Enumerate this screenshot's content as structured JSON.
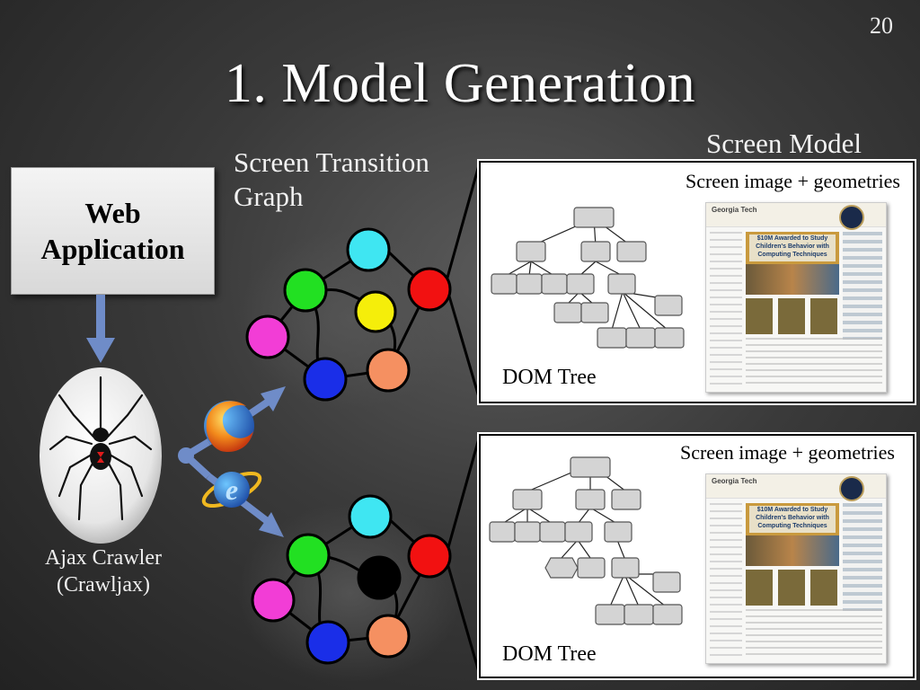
{
  "slide": {
    "number": "20",
    "title": "1. Model Generation"
  },
  "web_app": {
    "line1": "Web",
    "line2": "Application"
  },
  "crawler": {
    "line1": "Ajax Crawler",
    "line2": "(Crawljax)"
  },
  "stg": {
    "line1": "Screen Transition",
    "line2": "Graph"
  },
  "screen_model": {
    "title": "Screen Model"
  },
  "panels": [
    {
      "caption": "Screen image + geometries",
      "dom_label": "DOM Tree",
      "shot_logo": "Georgia Tech",
      "shot_headline": "$10M Awarded to Study Children's Behavior with Computing Techniques"
    },
    {
      "caption": "Screen image + geometries",
      "dom_label": "DOM Tree",
      "shot_logo": "Georgia Tech",
      "shot_headline": "$10M Awarded to Study Children's Behavior with Computing Techniques"
    }
  ],
  "colors": {
    "node_cyan": "#3fe6f2",
    "node_green": "#22e022",
    "node_yellow": "#f5ee0a",
    "node_red": "#f21111",
    "node_magenta": "#f23dd6",
    "node_blue": "#1a2ee8",
    "node_orange": "#f59061",
    "node_black": "#000000",
    "arrow": "#6f8cc8"
  },
  "icons": [
    "spider-icon",
    "firefox-icon",
    "internet-explorer-icon"
  ]
}
